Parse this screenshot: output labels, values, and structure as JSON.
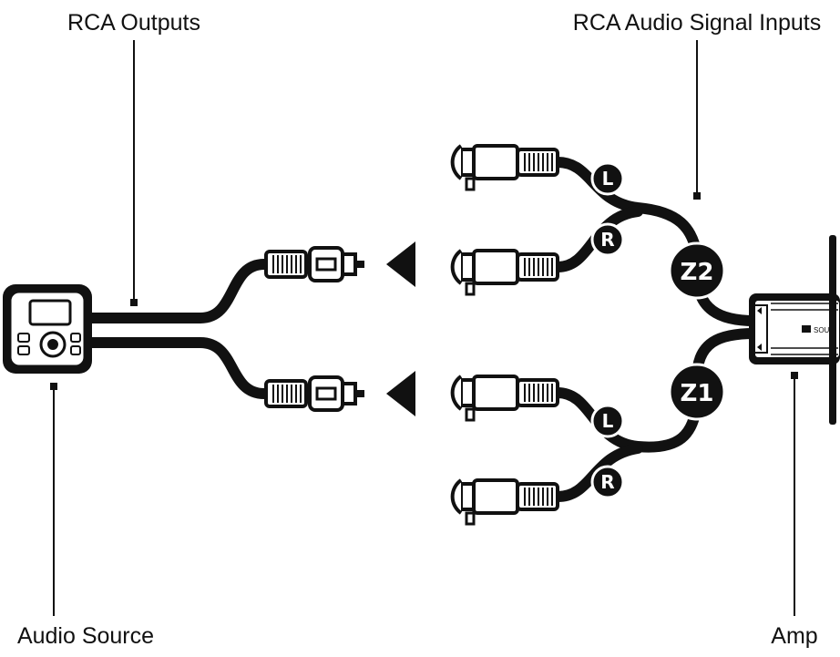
{
  "labels": {
    "rca_outputs": "RCA Outputs",
    "rca_inputs": "RCA Audio Signal Inputs",
    "audio_source": "Audio Source",
    "amp": "Amp"
  },
  "badges": {
    "z1": "Z1",
    "z2": "Z2",
    "l_top": "L",
    "r_top": "R",
    "l_bottom": "L",
    "r_bottom": "R"
  },
  "amp_brand_text": "SOUN",
  "colors": {
    "ink": "#111111",
    "background": "#ffffff",
    "badge_fill": "#111111",
    "badge_text": "#ffffff"
  },
  "icons": [
    "audio-source-head-unit-icon",
    "rca-plug-icon",
    "arrow-left-icon",
    "amplifier-icon"
  ]
}
